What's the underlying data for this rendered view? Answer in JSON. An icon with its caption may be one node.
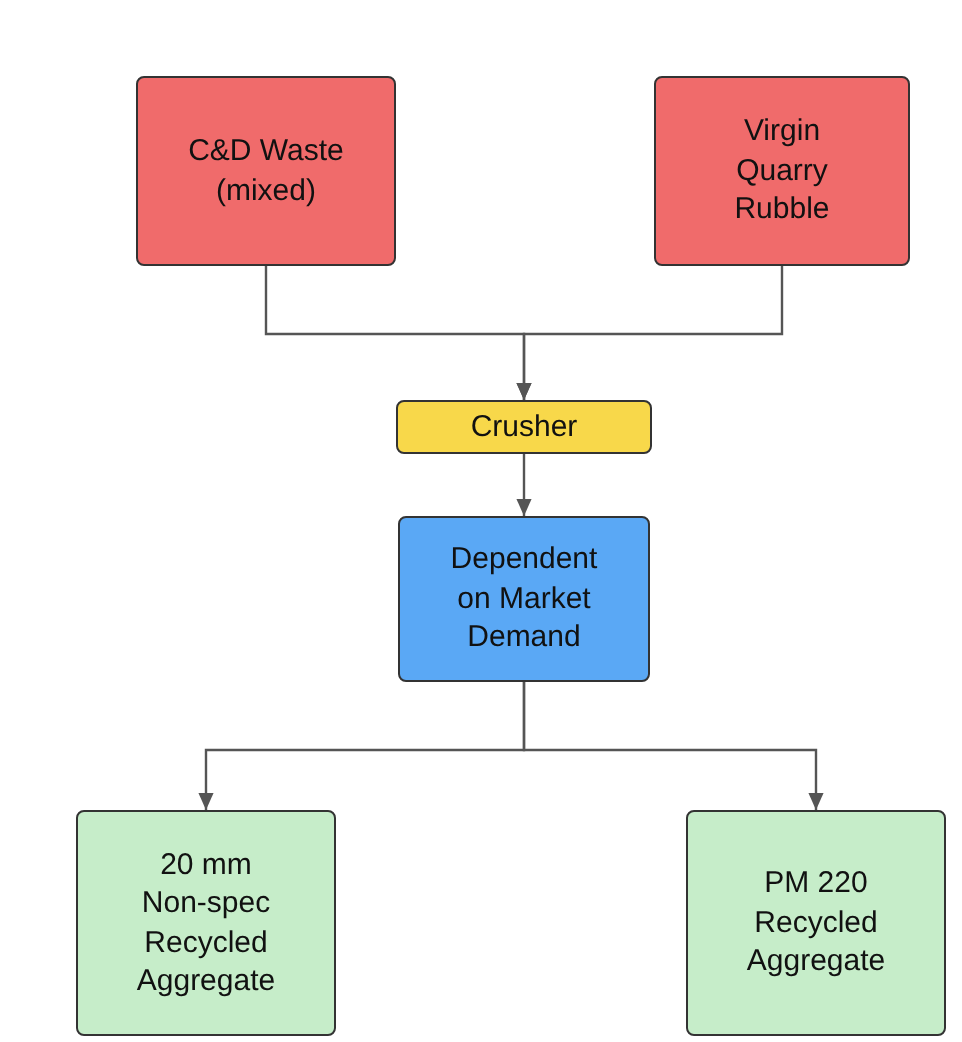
{
  "diagram": {
    "nodes": [
      {
        "text": [
          "C&D Waste (mixed)"
        ]
      },
      {
        "text": [
          "Virgin Quarry Rubble"
        ]
      },
      {
        "text": [
          "Crusher"
        ]
      },
      {
        "text": [
          "Dependent on Market Demand"
        ]
      },
      {
        "text": [
          "20 mm Non-spec Recycled Aggregate"
        ]
      },
      {
        "text": [
          "PM 220 Recycled Aggregate"
        ]
      }
    ],
    "edges": [
      {
        "from": 0,
        "to": 2,
        "arrow": "to"
      },
      {
        "from": 1,
        "to": 2,
        "arrow": "to"
      },
      {
        "from": 2,
        "to": 3,
        "arrow": "to"
      },
      {
        "from": 3,
        "to": 4,
        "arrow": "to"
      },
      {
        "from": 3,
        "to": 5,
        "arrow": "to"
      }
    ]
  }
}
